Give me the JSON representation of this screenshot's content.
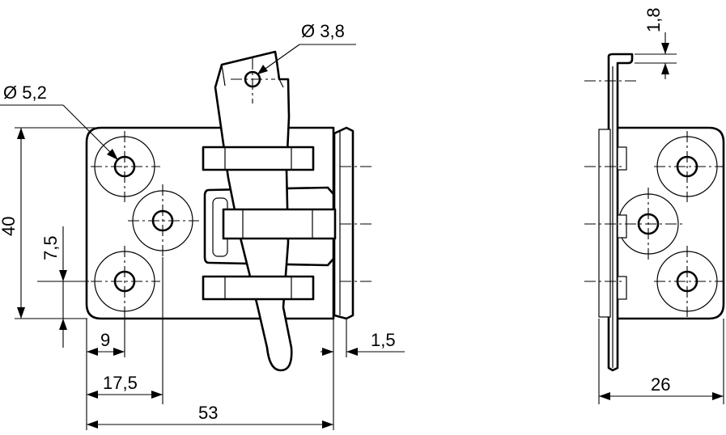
{
  "dimensions": {
    "hole_large": "Ø 5,2",
    "hole_pin": "Ø 3,8",
    "height": "40",
    "hole_spacing": "7,5",
    "hole_offset_x": "9",
    "center_hole_x": "17,5",
    "length": "53",
    "flange": "1,5",
    "side_width": "26",
    "tab_height": "1,8"
  }
}
